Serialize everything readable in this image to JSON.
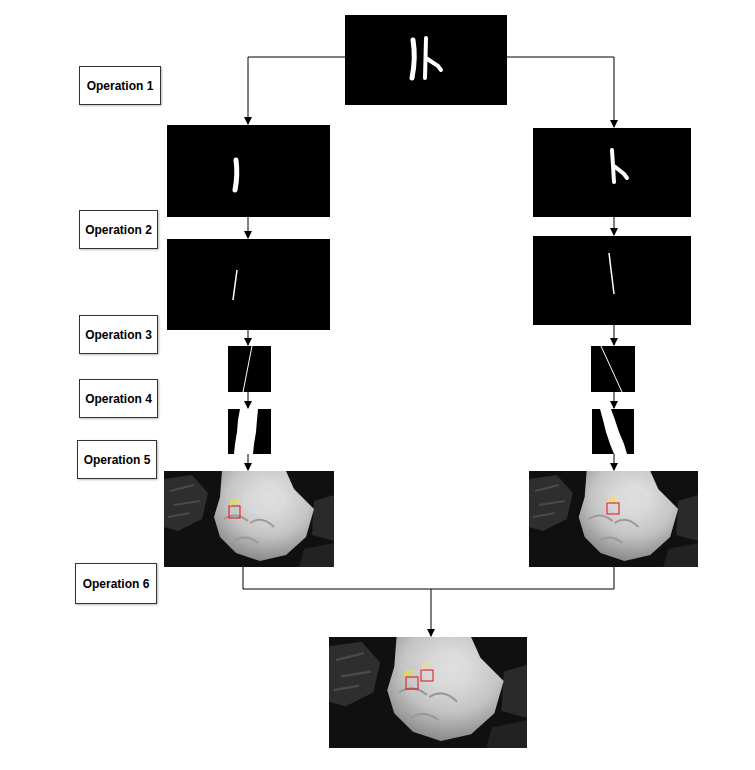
{
  "diagram": {
    "nodes": [
      {
        "text": [
          "Operation 1"
        ]
      },
      {
        "text": [
          "Operation 2"
        ]
      },
      {
        "text": [
          "Operation 3"
        ]
      },
      {
        "text": [
          "Operation 4"
        ]
      },
      {
        "text": [
          "Operation 5"
        ]
      },
      {
        "text": [
          "Operation 6"
        ]
      }
    ],
    "labels": [
      "pt0",
      "pt1",
      "pt0",
      "pt1"
    ]
  }
}
